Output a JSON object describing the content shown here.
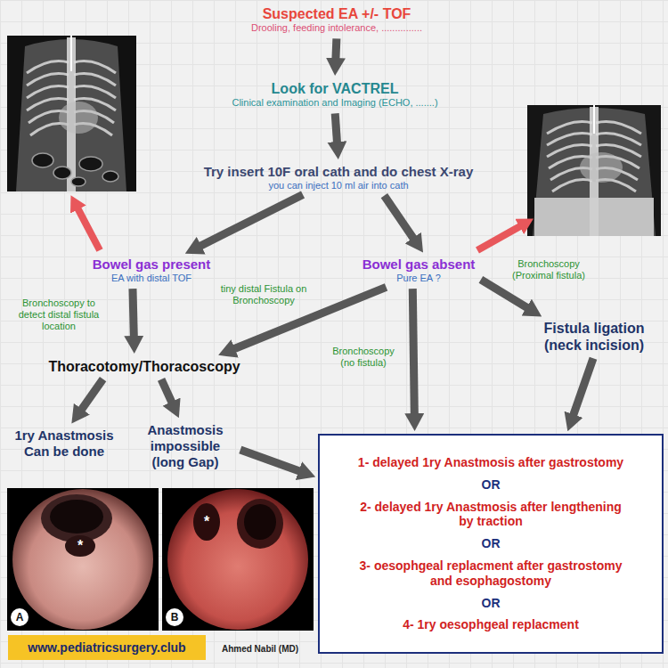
{
  "diagram": {
    "nodes": [
      {
        "text": [
          "Suspected EA +/- TOF",
          "Drooling, feeding intolerance, ..............."
        ]
      },
      {
        "text": [
          "Look for VACTREL",
          "Clinical examination and Imaging (ECHO, .......)"
        ]
      },
      {
        "text": [
          "Try insert 10F oral cath and do chest X-ray",
          "you can inject 10 ml air into cath"
        ]
      },
      {
        "text": [
          "Bowel gas present",
          "EA with distal TOF"
        ]
      },
      {
        "text": [
          "Bowel gas absent",
          "Pure EA ?"
        ]
      },
      {
        "text": [
          "Fistula ligation (neck incision)"
        ]
      },
      {
        "text": [
          "Thoracotomy/Thoracoscopy"
        ]
      },
      {
        "text": [
          "1ry Anastmosis Can be done"
        ]
      },
      {
        "text": [
          "Anastmosis impossible (long Gap)"
        ]
      },
      {
        "text": [
          "1- delayed 1ry Anastmosis after gastrostomy",
          "OR",
          "2- delayed 1ry Anastmosis after lengthening by traction",
          "OR",
          "3- oesophgeal replacment after gastrostomy and esophagostomy",
          "OR",
          "4- 1ry oesophgeal replacment"
        ]
      }
    ],
    "edges": [
      {
        "from": 0,
        "to": 1,
        "arrow": "to"
      },
      {
        "from": 1,
        "to": 2,
        "arrow": "to"
      },
      {
        "from": 2,
        "to": 3,
        "arrow": "to"
      },
      {
        "from": 2,
        "to": 4,
        "arrow": "to"
      },
      {
        "from": 3,
        "to": 6,
        "arrow": "to",
        "label": "Bronchoscopy to detect distal fistula location"
      },
      {
        "from": 4,
        "to": 6,
        "arrow": "to",
        "label": "tiny distal Fistula on Bronchoscopy"
      },
      {
        "from": 4,
        "to": 9,
        "arrow": "to",
        "label": "Bronchoscopy (no fistula)"
      },
      {
        "from": 4,
        "to": 5,
        "arrow": "to",
        "label": "Bronchoscopy (Proximal fistula)"
      },
      {
        "from": 5,
        "to": 9,
        "arrow": "to"
      },
      {
        "from": 6,
        "to": 7,
        "arrow": "to"
      },
      {
        "from": 6,
        "to": 8,
        "arrow": "to"
      },
      {
        "from": 8,
        "to": 9,
        "arrow": "to"
      }
    ],
    "labels": [
      "A",
      "*",
      "B",
      "*",
      "www.pediatricsurgery.club",
      "Ahmed Nabil (MD)"
    ]
  }
}
